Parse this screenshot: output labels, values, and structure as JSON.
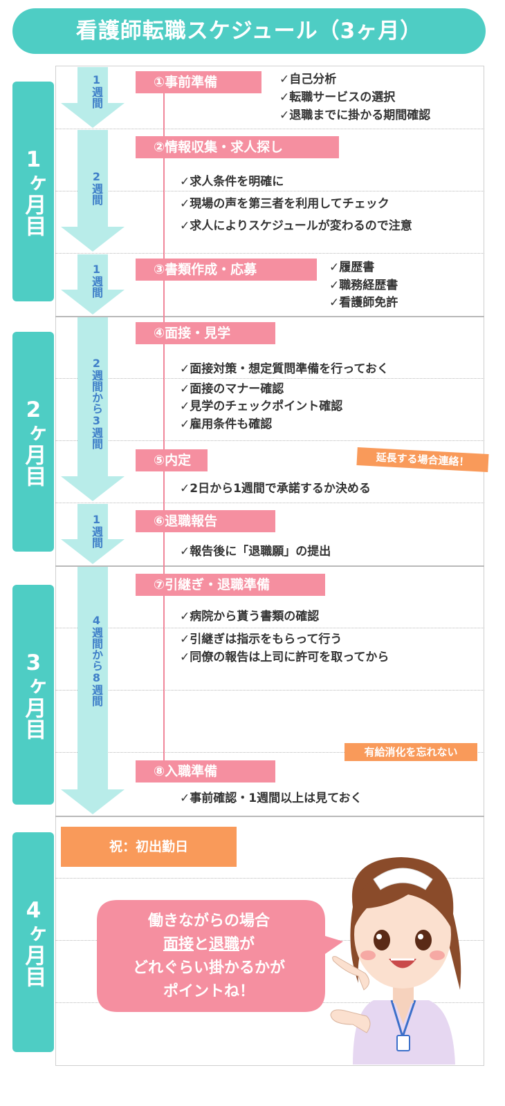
{
  "title": "看護師転職スケジュール（3ヶ月）",
  "months": [
    "1ヶ月目",
    "2ヶ月目",
    "3ヶ月目",
    "4ヶ月目"
  ],
  "durations": [
    "1週間",
    "2週間",
    "1週間",
    "2週間から3週間",
    "1週間",
    "4週間から8週間"
  ],
  "steps": [
    {
      "label": "①事前準備",
      "items": [
        "✓自己分析",
        "✓転職サービスの選択",
        "✓退職までに掛かる期間確認"
      ]
    },
    {
      "label": "②情報収集・求人探し",
      "items": [
        "✓求人条件を明確に",
        "✓現場の声を第三者を利用してチェック",
        "✓求人によりスケジュールが変わるので注意"
      ]
    },
    {
      "label": "③書類作成・応募",
      "items": [
        "✓履歴書",
        "✓職務経歴書",
        "✓看護師免許"
      ]
    },
    {
      "label": "④面接・見学",
      "items": [
        "✓面接対策・想定質問準備を行っておく",
        "✓面接のマナー確認",
        "✓見学のチェックポイント確認",
        "✓雇用条件も確認"
      ]
    },
    {
      "label": "⑤内定",
      "items": [
        "✓2日から1週間で承諾するか決める"
      ]
    },
    {
      "label": "⑥退職報告",
      "items": [
        "✓報告後に「退職願」の提出"
      ]
    },
    {
      "label": "⑦引継ぎ・退職準備",
      "items": [
        "✓病院から貰う書類の確認",
        "✓引継ぎは指示をもらって行う",
        "✓同僚の報告は上司に許可を取ってから"
      ]
    },
    {
      "label": "⑧入職準備",
      "items": [
        "✓事前確認・1週間以上は見ておく"
      ]
    }
  ],
  "notes": {
    "extension": "延長する場合連絡！",
    "paid_leave": "有給消化を忘れない"
  },
  "celebration": "祝：初出勤日",
  "bubble": {
    "line1": "働きながらの場合",
    "highlight1": "面接",
    "connector": "と",
    "highlight2": "退職",
    "suffix": "が",
    "line3": "どれぐらい掛かるかが",
    "line4": "ポイントね！"
  },
  "colors": {
    "teal": "#4ecdc4",
    "arrow": "#b8ece9",
    "pink": "#f58fa0",
    "orange": "#f99a5a",
    "week_text": "#3f7fc8"
  }
}
